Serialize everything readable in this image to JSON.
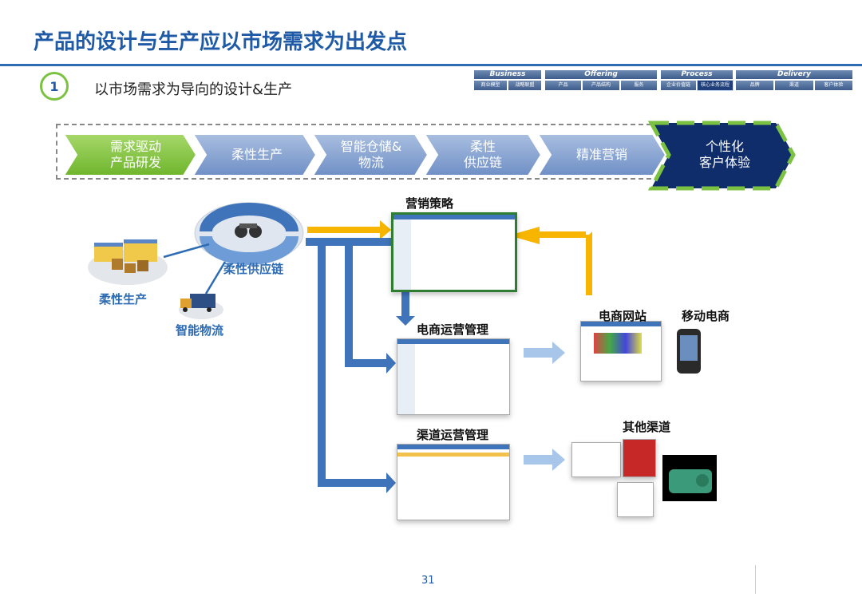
{
  "title": "产品的设计与生产应以市场需求为出发点",
  "subtitle": {
    "number": "1",
    "text": "以市场需求为导向的设计&生产"
  },
  "nav": [
    {
      "head": "Business",
      "items": [
        "商业模型",
        "战略联盟"
      ]
    },
    {
      "head": "Offering",
      "items": [
        "产品",
        "产品结构",
        "服务"
      ]
    },
    {
      "head": "Process",
      "items": [
        "企业价值链",
        "核心业务流程"
      ],
      "active": 1
    },
    {
      "head": "Delivery",
      "items": [
        "品牌",
        "渠道",
        "客户体验"
      ]
    }
  ],
  "flow_steps": [
    "需求驱动\n产品研发",
    "柔性生产",
    "智能仓储&\n物流",
    "柔性\n供应链",
    "精准营销",
    "个性化\n客户体验"
  ],
  "diagram": {
    "supply_chain_label": "柔性供应链",
    "production_label": "柔性生产",
    "logistics_label": "智能物流",
    "marketing_strategy": "营销策略",
    "ecommerce_ops": "电商运营管理",
    "channel_ops": "渠道运营管理",
    "ecommerce_site": "电商网站",
    "mobile_ecommerce": "移动电商",
    "other_channels": "其他渠道"
  },
  "page_number": "31",
  "colors": {
    "brand_blue": "#1f5aa6",
    "accent_green": "#7cc242",
    "arrow_blue": "#3f74bb",
    "arrow_yellow": "#f7b500",
    "dark_navy": "#0f2d6b"
  }
}
